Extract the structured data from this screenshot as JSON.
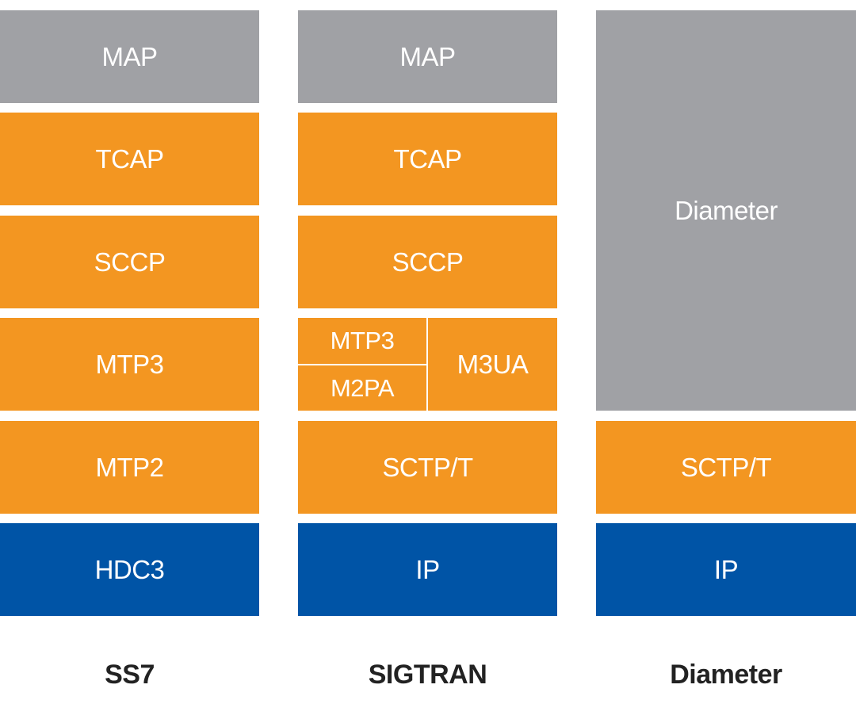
{
  "colors": {
    "gray": "#a0a1a5",
    "orange": "#f39621",
    "blue": "#0054a6",
    "caption_text": "#222222"
  },
  "stacks": {
    "ss7": {
      "caption": "SS7",
      "layers": [
        "MAP",
        "TCAP",
        "SCCP",
        "MTP3",
        "MTP2",
        "HDC3"
      ]
    },
    "sigtran": {
      "caption": "SIGTRAN",
      "layers": [
        "MAP",
        "TCAP",
        "SCCP",
        "MTP3",
        "M2PA",
        "M3UA",
        "SCTP/T",
        "IP"
      ]
    },
    "diameter": {
      "caption": "Diameter",
      "layers": [
        "Diameter",
        "SCTP/T",
        "IP"
      ]
    }
  }
}
